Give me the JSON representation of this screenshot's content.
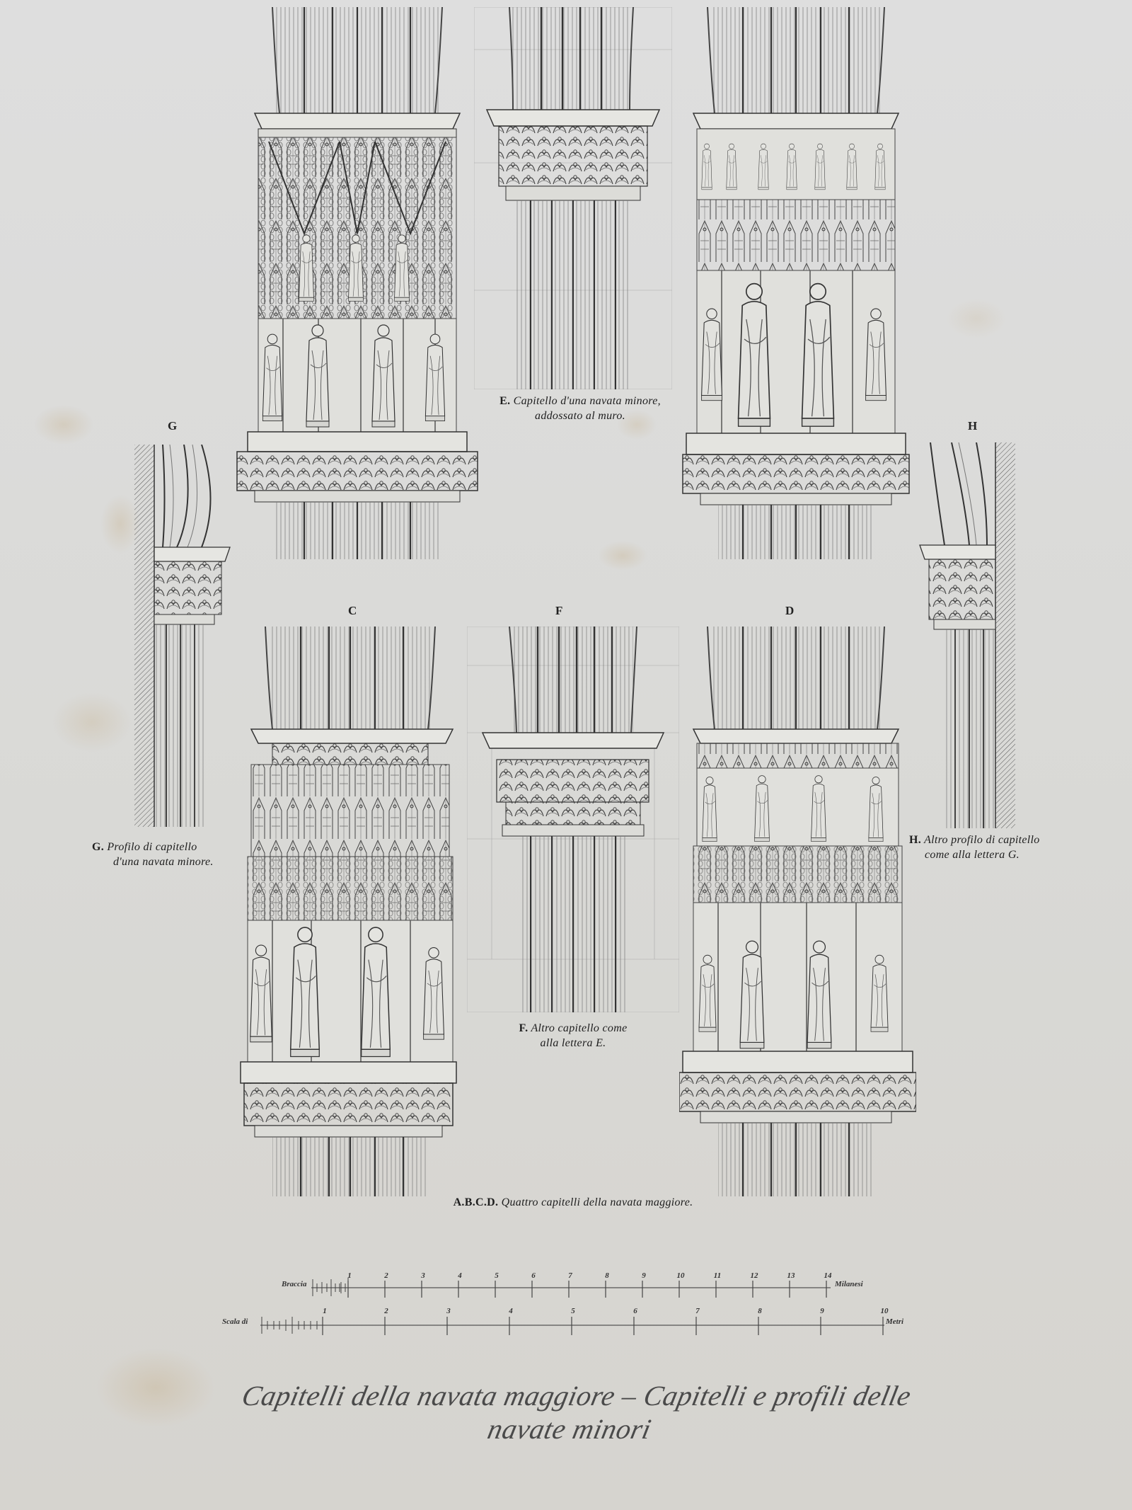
{
  "plate": {
    "title": "Capitelli della navata maggiore – Capitelli e profili delle navate minori",
    "paper_color": "#dcdcd7",
    "ink_color": "#1c1c1c"
  },
  "figures": {
    "A": {
      "letter": "",
      "type": "main-nave-capital",
      "row": "top",
      "position": "left"
    },
    "E": {
      "letter": "E",
      "caption_letter": "E.",
      "caption_line1": "Capitello d'una navata minore,",
      "caption_line2": "addossato al muro."
    },
    "B": {
      "letter": "",
      "type": "main-nave-capital",
      "row": "top",
      "position": "right"
    },
    "G": {
      "letter": "G",
      "caption_letter": "G.",
      "caption_line1": "Profilo di capitello",
      "caption_line2": "d'una navata minore."
    },
    "H": {
      "letter": "H",
      "caption_letter": "H.",
      "caption_line1": "Altro profilo di capitello",
      "caption_line2": "come alla lettera G."
    },
    "C": {
      "letter": "C"
    },
    "F": {
      "letter": "F",
      "caption_letter": "F.",
      "caption_line1": "Altro capitello come",
      "caption_line2": "alla lettera E."
    },
    "D": {
      "letter": "D"
    },
    "ABCD": {
      "caption_letter": "A.B.C.D.",
      "caption": "Quattro capitelli della navata maggiore."
    }
  },
  "scales": {
    "prefix": "Scala di",
    "braccia": {
      "label_left": "Braccia",
      "label_right": "Milanesi",
      "ticks": [
        "1",
        "2",
        "3",
        "4",
        "5",
        "6",
        "7",
        "8",
        "9",
        "10",
        "11",
        "12",
        "13",
        "14"
      ]
    },
    "metri": {
      "label_right": "Metri",
      "ticks": [
        "1",
        "2",
        "3",
        "4",
        "5",
        "6",
        "7",
        "8",
        "9",
        "10"
      ]
    }
  }
}
